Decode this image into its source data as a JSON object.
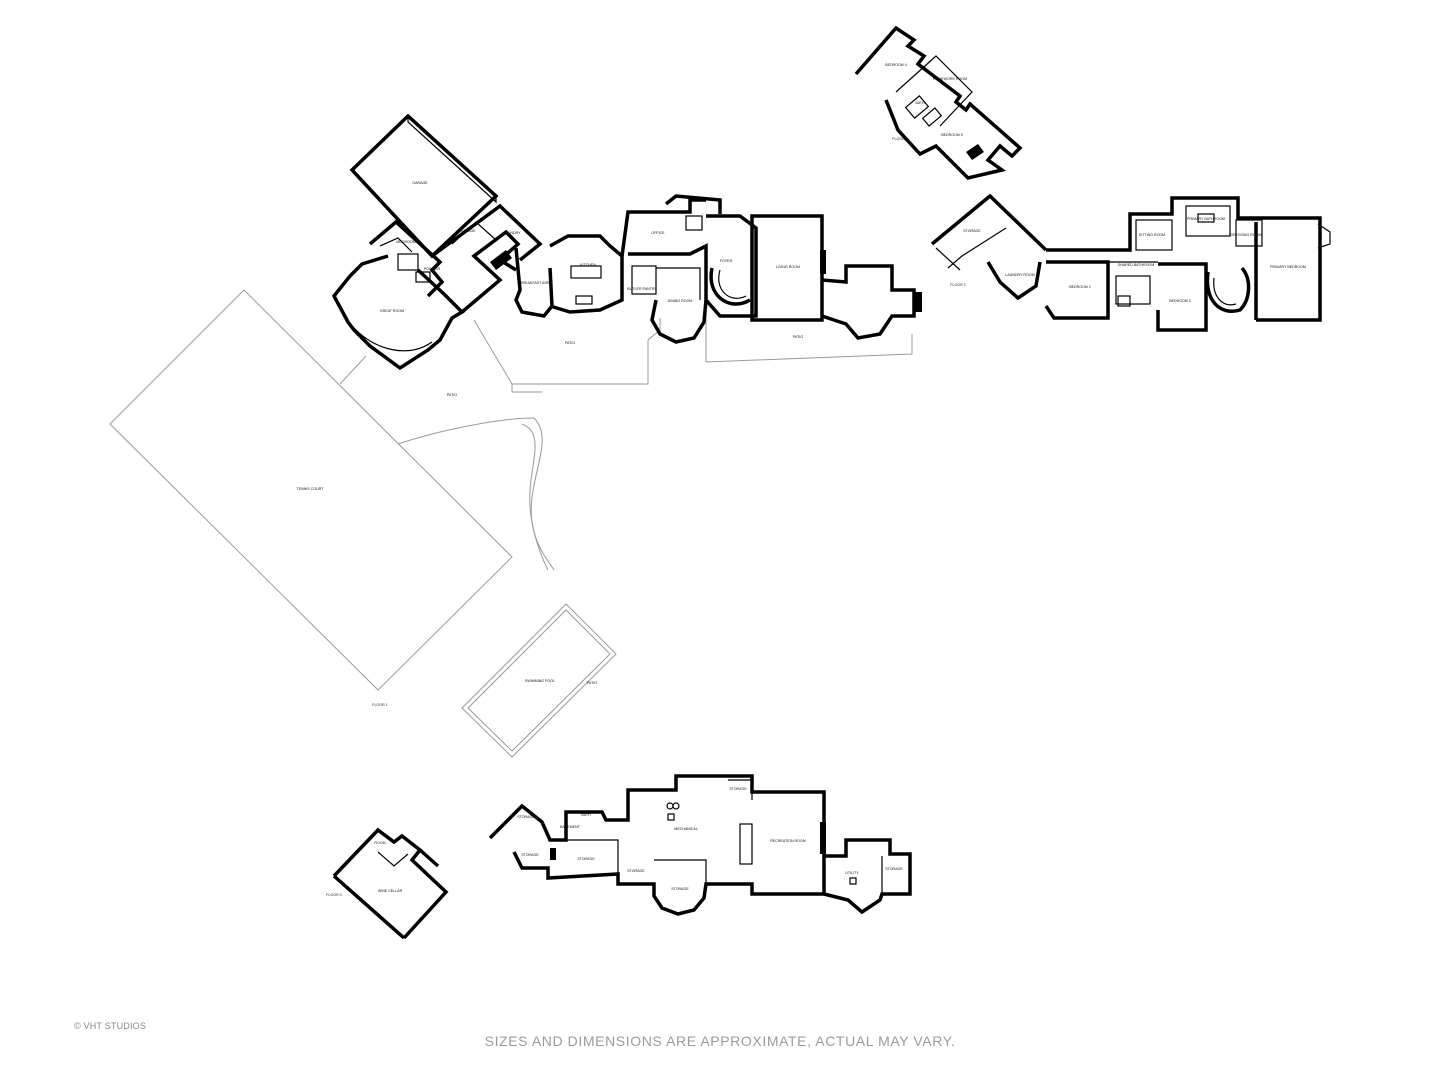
{
  "floors": {
    "floor1": "FLOOR 1",
    "floor2": "FLOOR 2",
    "floor3": "FLOOR 3",
    "floor0": "FLOOR 0"
  },
  "rooms": {
    "garage": "GARAGE",
    "garage_sm": "GARAGE",
    "mudroom": "MUDROOM",
    "laundry": "LAUNDRY",
    "powder": "POWDER",
    "great_room": "GREAT ROOM",
    "breakfast": "BREAKFAST AREA",
    "kitchen": "KITCHEN",
    "butler_pantry": "BUTLER PANTRY",
    "office": "OFFICE",
    "dining_room": "DINING ROOM",
    "foyer": "FOYER",
    "living_room": "LIVING ROOM",
    "patio_mid": "PATIO",
    "patio_right": "PATIO",
    "tennis_court": "TENNIS COURT",
    "patio_lawn": "PATIO",
    "swimming_pool": "SWIMMING POOL",
    "pool_patio": "PATIO",
    "storage_f3": "STORAGE",
    "laundry_room": "LAUNDRY ROOM",
    "bedroom2": "BEDROOM 2",
    "bedroom3": "BEDROOM 3",
    "shared_bath": "SHARED BATHROOM",
    "sitting_room": "SITTING ROOM",
    "primary_bath": "PRIMARY BATHROOM",
    "dressing_room": "DRESSING ROOM",
    "primary_bedroom": "PRIMARY BEDROOM",
    "bedroom4": "BEDROOM 4",
    "bedroom5": "BEDROOM 5",
    "homework_room": "HOMEWORK ROOM",
    "bath_top": "BATH",
    "storage_a": "STORAGE",
    "storage_b": "STORAGE",
    "bath_lower": "BATH",
    "basement": "BASEMENT",
    "storage_c": "STORAGE",
    "storage_d": "STORAGE",
    "mechanical": "MECHANICAL",
    "storage_e": "STORAGE",
    "storage_f": "STORAGE",
    "recreation_room": "RECREATION ROOM",
    "utility": "UTILITY",
    "storage_g": "STORAGE",
    "wine_cellar": "WINE CELLAR",
    "room_f0": "ROOM"
  },
  "footer": {
    "copyright": "© VHT STUDIOS",
    "disclaimer": "SIZES AND DIMENSIONS ARE APPROXIMATE, ACTUAL MAY VARY."
  }
}
